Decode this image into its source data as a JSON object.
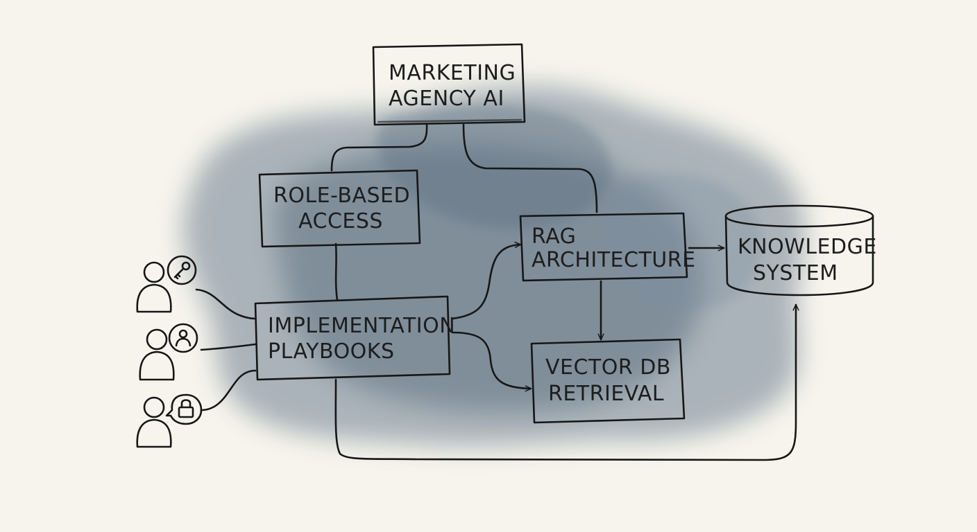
{
  "nodes": {
    "marketing_agency_ai": {
      "line1": "MARKETING",
      "line2": "AGENCY AI"
    },
    "role_based_access": {
      "line1": "ROLE-BASED",
      "line2": "ACCESS"
    },
    "rag_architecture": {
      "line1": "RAG",
      "line2": "ARCHITECTURE"
    },
    "knowledge_system": {
      "line1": "KNOWLEDGE",
      "line2": "SYSTEM"
    },
    "implementation_playbooks": {
      "line1": "IMPLEMENTATION",
      "line2": "PLAYBOOKS"
    },
    "vector_db_retrieval": {
      "line1": "VECTOR DB",
      "line2": "RETRIEVAL"
    }
  },
  "users": [
    {
      "badge_icon": "key-icon"
    },
    {
      "badge_icon": "user-icon"
    },
    {
      "badge_icon": "lock-icon"
    }
  ],
  "colors": {
    "background": "#f6f4ec",
    "ink": "#161616",
    "wash": "#5f7385"
  }
}
